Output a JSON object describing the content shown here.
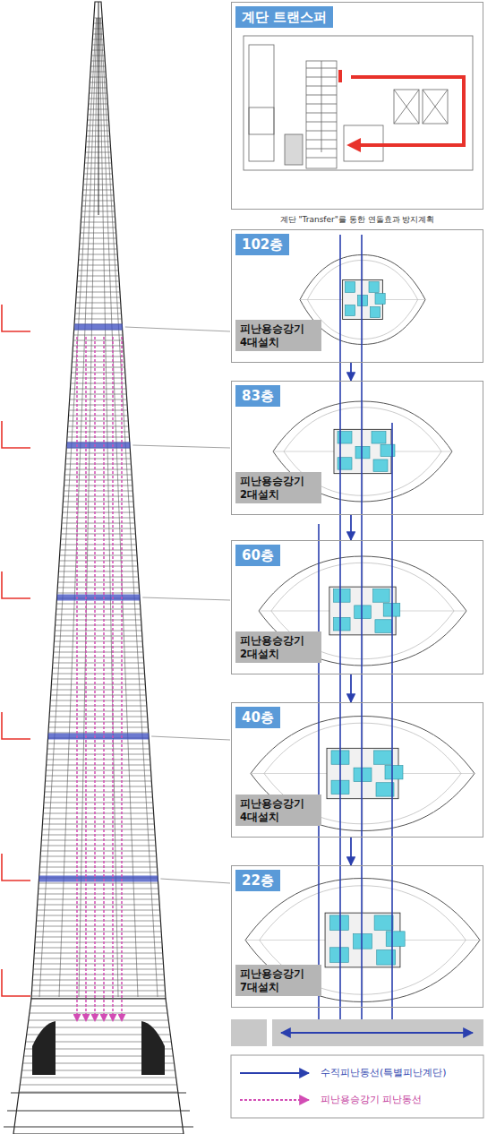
{
  "diagram": {
    "nodes": [
      {
        "text": [
          "계단 트랜스퍼"
        ]
      },
      {
        "text": [
          "102층",
          "피난용승강기 4대설치"
        ]
      },
      {
        "text": [
          "83층",
          "피난용승강기 2대설치"
        ]
      },
      {
        "text": [
          "60층",
          "피난용승강기 2대설치"
        ]
      },
      {
        "text": [
          "40층",
          "피난용승강기 4대설치"
        ]
      },
      {
        "text": [
          "22층",
          "피난용승강기 7대설치"
        ]
      }
    ],
    "edges": [
      {
        "from": 1,
        "to": 2,
        "arrow": "to"
      },
      {
        "from": 2,
        "to": 3,
        "arrow": "to"
      },
      {
        "from": 3,
        "to": 4,
        "arrow": "to"
      },
      {
        "from": 4,
        "to": 5,
        "arrow": "to"
      }
    ],
    "labels": [
      "계단 \"Transfer\"를 통한 연돌효과 방지계획"
    ],
    "legend": [
      {
        "text": "수직피난동선(특별피난계단)"
      },
      {
        "text": "피난용승강기 피난동선"
      }
    ]
  }
}
